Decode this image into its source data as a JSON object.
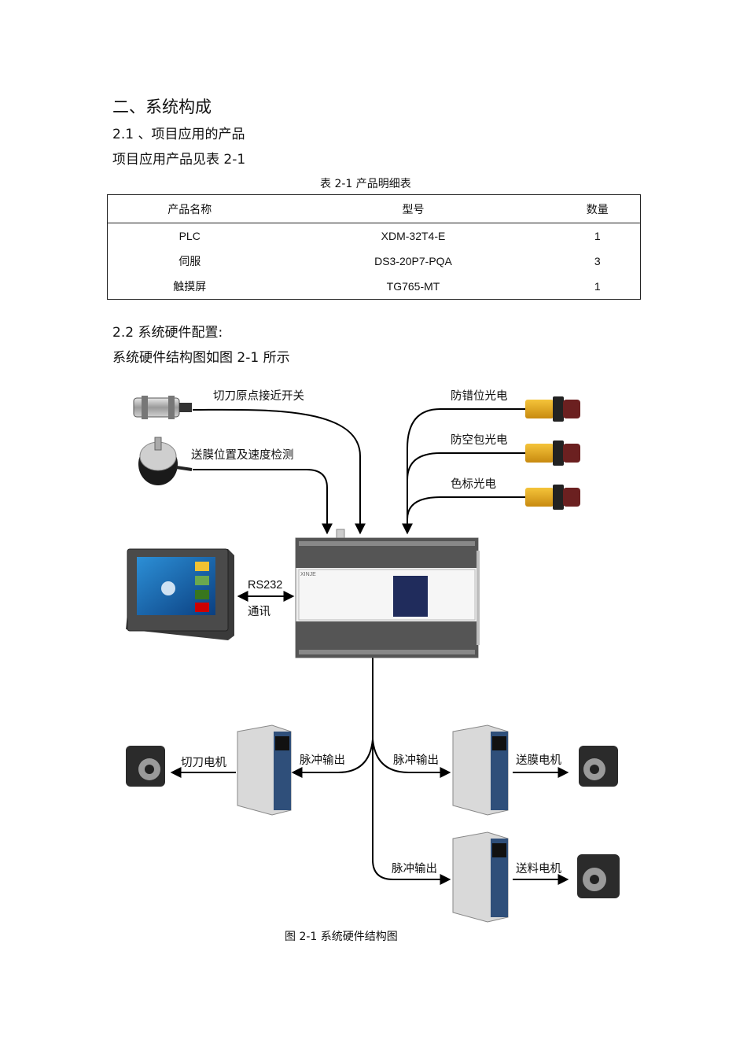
{
  "section_title": "二、系统构成",
  "sub_2_1": "2.1 、项目应用的产品",
  "intro_2_1": "项目应用产品见表   2-1",
  "table_caption": "表  2-1   产品明细表",
  "table": {
    "headers": [
      "产品名称",
      "型号",
      "数量"
    ],
    "rows": [
      [
        "PLC",
        "XDM-32T4-E",
        "1"
      ],
      [
        "伺服",
        "DS3-20P7-PQA",
        "3"
      ],
      [
        "触摸屏",
        "TG765-MT",
        "1"
      ]
    ]
  },
  "sub_2_2": "2.2   系统硬件配置:",
  "intro_2_2": "系统硬件结构图如图    2-1  所示",
  "diagram": {
    "proximity_switch": "切刀原点接近开关",
    "encoder": "送膜位置及速度检测",
    "sensor_misplace": "防错位光电",
    "sensor_empty": "防空包光电",
    "sensor_color": "色标光电",
    "comm_rs232": "RS232",
    "comm_text": "通讯",
    "pulse_left": "脉冲输出",
    "pulse_right": "脉冲输出",
    "pulse_bottom": "脉冲输出",
    "motor_cutter": "切刀电机",
    "motor_film": "送膜电机",
    "motor_feed": "送料电机",
    "plc_brand": "XINJE"
  },
  "figure_caption": "图  2-1   系统硬件结构图"
}
